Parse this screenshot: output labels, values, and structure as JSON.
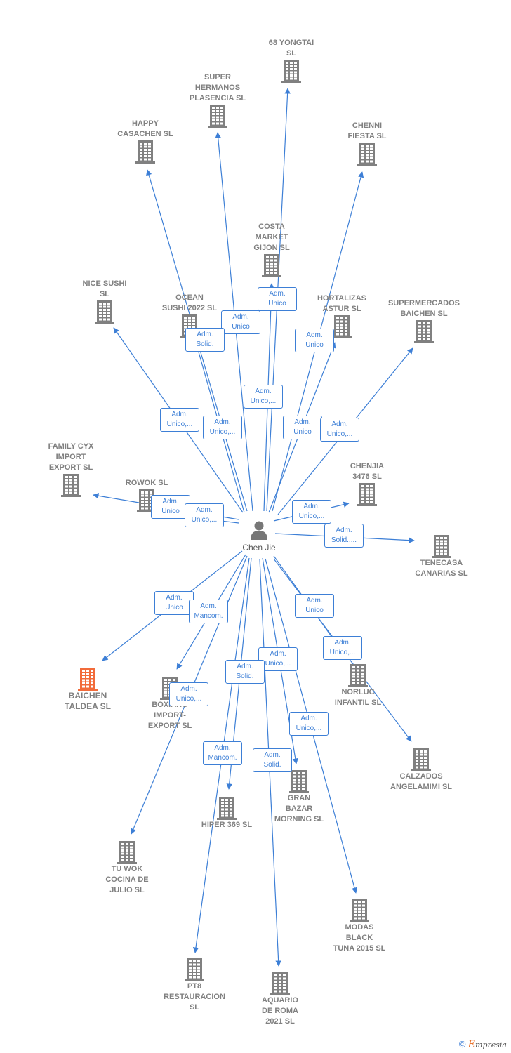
{
  "colors": {
    "edge": "#3d7fd6",
    "building": "#808080",
    "highlight": "#f26b3a",
    "person": "#777777"
  },
  "center": {
    "name": "Chen Jie"
  },
  "nodes": [
    {
      "id": "yongtai",
      "label": "68 YONGTAI\nSL"
    },
    {
      "id": "superhermanos",
      "label": "SUPER\nHERMANOS\nPLASENCIA SL"
    },
    {
      "id": "happy",
      "label": "HAPPY\nCASACHEN  SL"
    },
    {
      "id": "chenni",
      "label": "CHENNI\nFIESTA SL"
    },
    {
      "id": "costa",
      "label": "COSTA\nMARKET\nGIJON  SL"
    },
    {
      "id": "nicesushi",
      "label": "NICE SUSHI\nSL"
    },
    {
      "id": "ocean",
      "label": "OCEAN\nSUSHI 2022  SL"
    },
    {
      "id": "hortalizas",
      "label": "HORTALIZAS\nASTUR  SL"
    },
    {
      "id": "supermercados",
      "label": "SUPERMERCADOS\nBAICHEN  SL"
    },
    {
      "id": "familycyx",
      "label": "FAMILY CYX\nIMPORT\nEXPORT  SL"
    },
    {
      "id": "rowok",
      "label": "ROWOK  SL"
    },
    {
      "id": "chenjia",
      "label": "CHENJIA\n3476  SL"
    },
    {
      "id": "tenecasa",
      "label": "TENECASA\nCANARIAS SL"
    },
    {
      "id": "baichen",
      "label": "BAICHEN\nTALDEA  SL",
      "highlight": true
    },
    {
      "id": "boxiang",
      "label": "BOXIANG\nIMPORT-\nEXPORT SL"
    },
    {
      "id": "norluc",
      "label": "NORLUC\nINFANTIL SL"
    },
    {
      "id": "calzados",
      "label": "CALZADOS\nANGELAMIMI SL"
    },
    {
      "id": "granbazar",
      "label": "GRAN\nBAZAR\nMORNING  SL"
    },
    {
      "id": "hiper",
      "label": "HIPER 369  SL"
    },
    {
      "id": "tuwok",
      "label": "TU WOK\nCOCINA DE\nJULIO  SL"
    },
    {
      "id": "modas",
      "label": "MODAS\nBLACK\nTUNA 2015  SL"
    },
    {
      "id": "pt8",
      "label": "PT8\nRESTAURACION\nSL"
    },
    {
      "id": "aquario",
      "label": "AQUARIO\nDE ROMA\n2021  SL"
    }
  ],
  "edges": [
    {
      "target": "yongtai",
      "label": "Adm.\nUnico,..."
    },
    {
      "target": "superhermanos",
      "label": "Adm.\nUnico"
    },
    {
      "target": "happy",
      "label": "Adm.\nUnico,..."
    },
    {
      "target": "chenni",
      "label": "Adm.\nUnico"
    },
    {
      "target": "costa",
      "label": "Adm.\nUnico"
    },
    {
      "target": "nicesushi",
      "label": "Adm.\nUnico,..."
    },
    {
      "target": "ocean",
      "label": "Adm.\nSolid."
    },
    {
      "target": "hortalizas",
      "label": "Adm.\nUnico"
    },
    {
      "target": "supermercados",
      "label": "Adm.\nUnico,..."
    },
    {
      "target": "familycyx",
      "label": "Adm.\nUnico"
    },
    {
      "target": "rowok",
      "label": "Adm.\nUnico,..."
    },
    {
      "target": "chenjia",
      "label": "Adm.\nUnico,..."
    },
    {
      "target": "tenecasa",
      "label": "Adm.\nSolid.,..."
    },
    {
      "target": "baichen",
      "label": "Adm.\nUnico"
    },
    {
      "target": "boxiang",
      "label": "Adm.\nMancom."
    },
    {
      "target": "norluc",
      "label": "Adm.\nUnico"
    },
    {
      "target": "calzados",
      "label": "Adm.\nUnico,..."
    },
    {
      "target": "granbazar",
      "label": "Adm.\nUnico,..."
    },
    {
      "target": "hiper",
      "label": "Adm.\nSolid."
    },
    {
      "target": "tuwok",
      "label": "Adm.\nUnico,..."
    },
    {
      "target": "modas",
      "label": "Adm.\nUnico,..."
    },
    {
      "target": "pt8",
      "label": "Adm.\nMancom."
    },
    {
      "target": "aquario",
      "label": "Adm.\nSolid."
    }
  ],
  "footer": {
    "copyright": "©",
    "brand_first": "E",
    "brand_rest": "mpresia"
  }
}
